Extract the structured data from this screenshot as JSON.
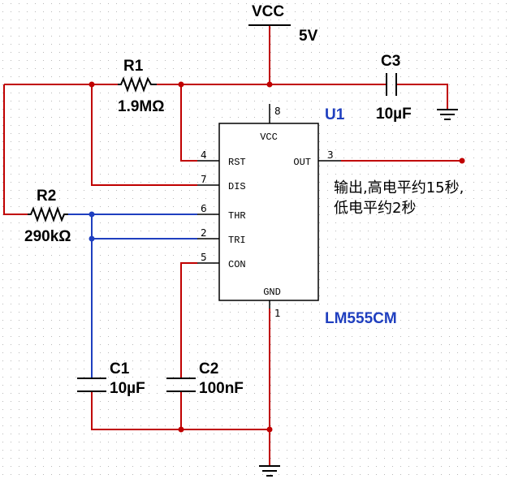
{
  "supply": {
    "name": "VCC",
    "voltage": "5V"
  },
  "chip": {
    "ref": "U1",
    "part": "LM555CM",
    "pins": {
      "vcc": {
        "name": "VCC",
        "num": "8"
      },
      "rst": {
        "name": "RST",
        "num": "4"
      },
      "dis": {
        "name": "DIS",
        "num": "7"
      },
      "thr": {
        "name": "THR",
        "num": "6"
      },
      "tri": {
        "name": "TRI",
        "num": "2"
      },
      "con": {
        "name": "CON",
        "num": "5"
      },
      "out": {
        "name": "OUT",
        "num": "3"
      },
      "gnd": {
        "name": "GND",
        "num": "1"
      }
    }
  },
  "components": {
    "r1": {
      "ref": "R1",
      "value": "1.9MΩ"
    },
    "r2": {
      "ref": "R2",
      "value": "290kΩ"
    },
    "c1": {
      "ref": "C1",
      "value": "10µF"
    },
    "c2": {
      "ref": "C2",
      "value": "100nF"
    },
    "c3": {
      "ref": "C3",
      "value": "10µF"
    }
  },
  "note": {
    "line1": "输出,高电平约15秒,",
    "line2": "低电平约2秒"
  },
  "colors": {
    "wire_red": "#c00000",
    "wire_blue": "#1f3fbf",
    "grid_dot": "#b8b8b8"
  }
}
